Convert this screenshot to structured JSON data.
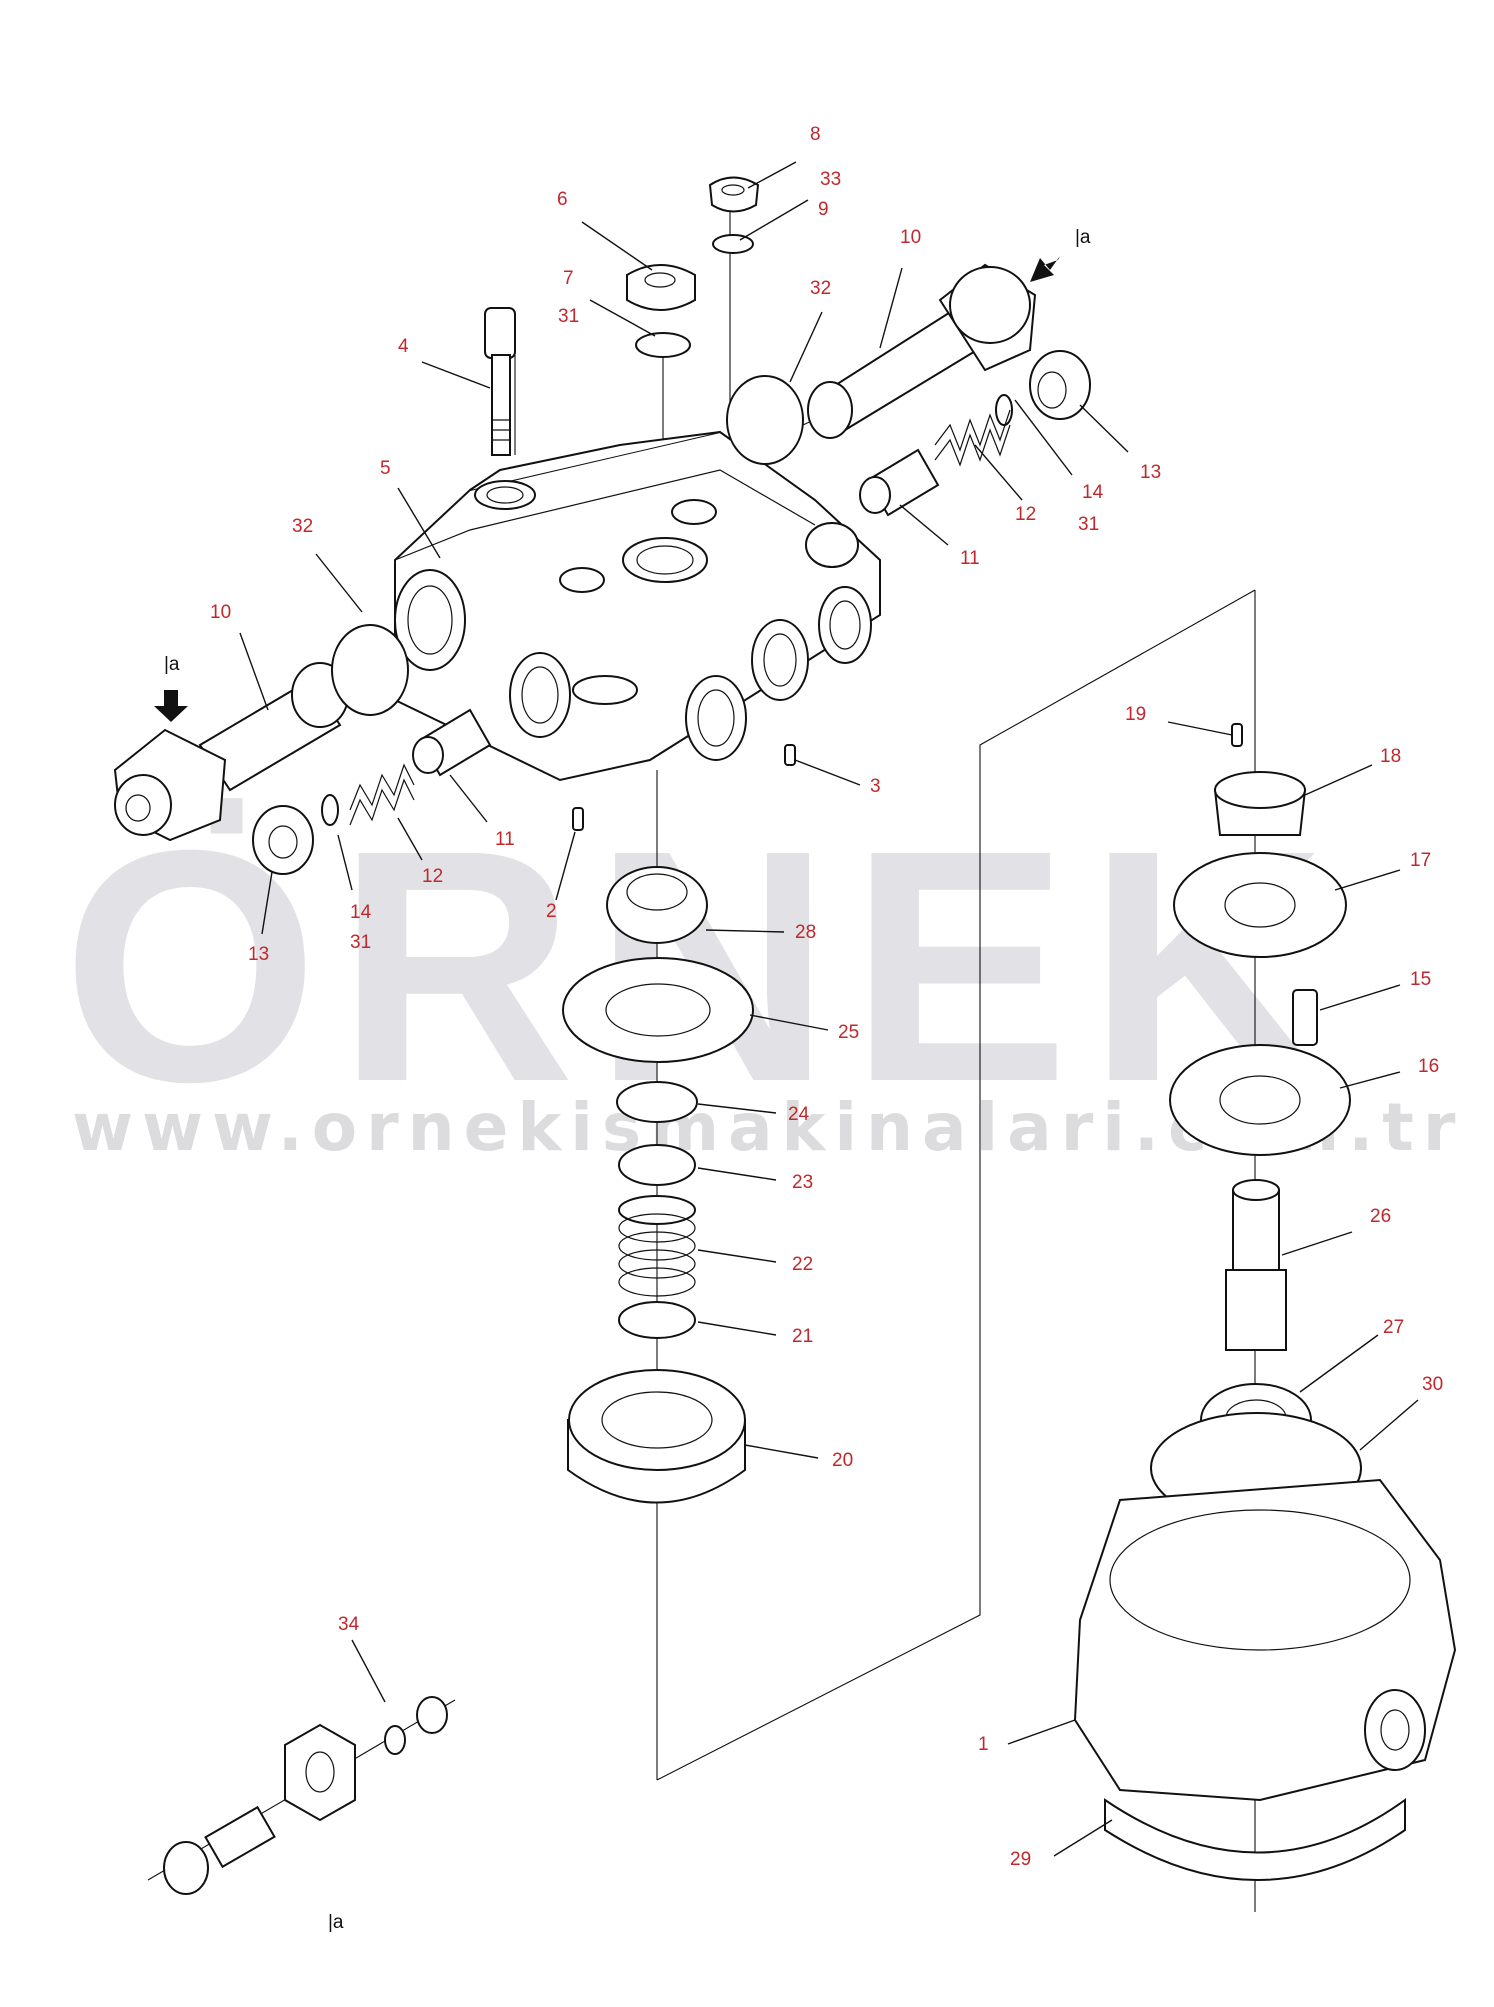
{
  "watermark": {
    "brand": "ÖRNEK",
    "url": "www.ornekismakinalari.com.tr",
    "umlaut_color": "#f4d98a",
    "text_color": "#e2e2e6"
  },
  "label_color": "#c0282d",
  "callouts": {
    "c1": "1",
    "c2": "2",
    "c3": "3",
    "c4": "4",
    "c5": "5",
    "c6": "6",
    "c7": "7",
    "c8": "8",
    "c9": "9",
    "c10a": "10",
    "c10b": "10",
    "c11a": "11",
    "c11b": "11",
    "c12a": "12",
    "c12b": "12",
    "c13a": "13",
    "c13b": "13",
    "c14a": "14",
    "c14b": "14",
    "c15": "15",
    "c16": "16",
    "c17": "17",
    "c18": "18",
    "c19": "19",
    "c20": "20",
    "c21": "21",
    "c22": "22",
    "c23": "23",
    "c24": "24",
    "c25": "25",
    "c26": "26",
    "c27": "27",
    "c28": "28",
    "c29": "29",
    "c30": "30",
    "c31a": "31",
    "c31b": "31",
    "c31c": "31",
    "c32a": "32",
    "c32b": "32",
    "c33": "33",
    "c34": "34"
  },
  "references": {
    "ref_a1": "|a",
    "ref_a2": "|a",
    "ref_a3": "|a"
  }
}
